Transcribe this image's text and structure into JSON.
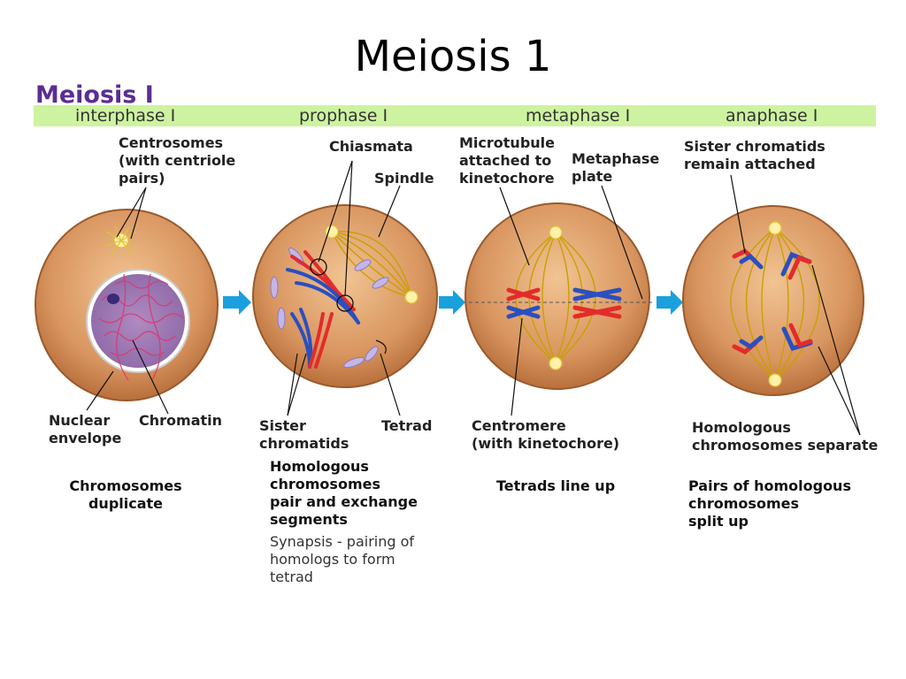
{
  "slide_title": "Meiosis 1",
  "figure_title": "Meiosis I",
  "phases": [
    "interphase I",
    "prophase I",
    "metaphase I",
    "anaphase I"
  ],
  "labels": {
    "centrosomes": "Centrosomes\n(with centriole\npairs)",
    "nuclear_envelope": "Nuclear\nenvelope",
    "chromatin": "Chromatin",
    "chiasmata": "Chiasmata",
    "spindle": "Spindle",
    "sister_chromatids": "Sister\nchromatids",
    "tetrad": "Tetrad",
    "microtubule": "Microtubule\nattached to\nkinetochore",
    "metaphase_plate": "Metaphase\nplate",
    "centromere": "Centromere\n(with kinetochore)",
    "sister_attached": "Sister chromatids\nremain attached",
    "homologous_separate": "Homologous\nchromosomes separate"
  },
  "captions": {
    "interphase": "Chromosomes\nduplicate",
    "prophase": "Homologous\nchromosomes\npair and exchange\nsegments",
    "metaphase": "Tetrads line up",
    "anaphase": "Pairs of homologous\nchromosomes\nsplit up"
  },
  "note": "Synapsis - pairing of\nhomologs to form\ntetrad",
  "colors": {
    "cell_fill": "#d9955f",
    "band": "#cdf3a0",
    "title_purple": "#5b2d91",
    "arrow": "#1aa0dc",
    "chromosome_red": "#e32b2b",
    "chromosome_blue": "#2b4fc0",
    "spindle": "#c8a000"
  }
}
